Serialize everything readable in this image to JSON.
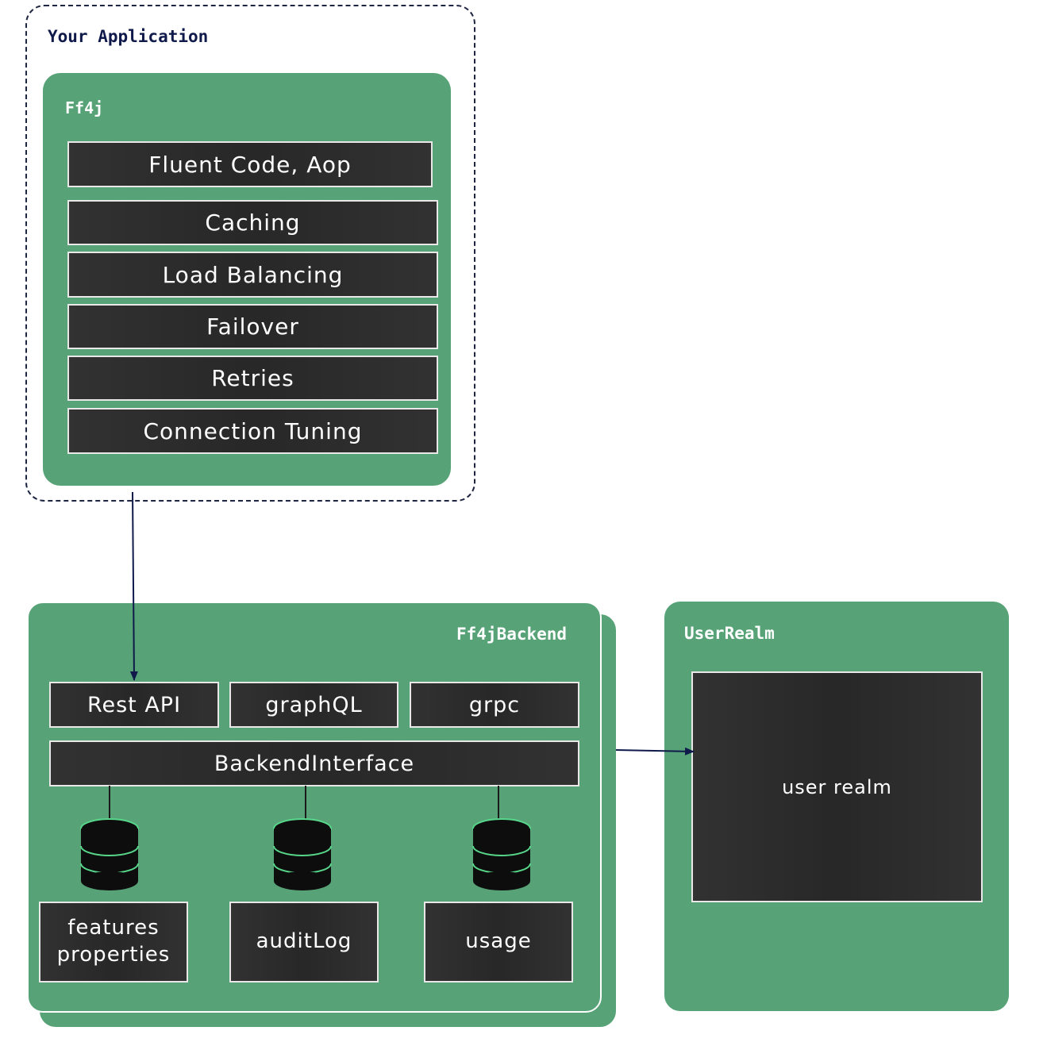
{
  "application": {
    "title": "Your Application",
    "ff4j": {
      "title": "Ff4j",
      "layers": [
        "Fluent Code, Aop",
        "Caching",
        "Load Balancing",
        "Failover",
        "Retries",
        "Connection Tuning"
      ]
    }
  },
  "backend": {
    "title": "Ff4jBackend",
    "apis": [
      "Rest API",
      "graphQL",
      "grpc"
    ],
    "interface": "BackendInterface",
    "stores": [
      {
        "line1": "features",
        "line2": "properties"
      },
      {
        "line1": "auditLog",
        "line2": ""
      },
      {
        "line1": "usage",
        "line2": ""
      }
    ]
  },
  "user_realm": {
    "title": "UserRealm",
    "label": "user realm"
  },
  "colors": {
    "panel_green": "#57a377",
    "board_dark": "#2b2b2b",
    "arrow": "#0f1a4a",
    "db_accent": "#57d68a"
  }
}
